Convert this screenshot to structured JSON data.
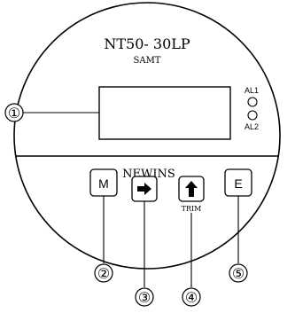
{
  "device": {
    "model": "NT50- 30LP",
    "subtitle": "SAMT",
    "brand": "NEWINS"
  },
  "indicators": {
    "al1_label": "AL1",
    "al2_label": "AL2"
  },
  "buttons": {
    "m_label": "M",
    "e_label": "E",
    "shift_icon": "right-arrow-icon",
    "up_icon": "up-arrow-icon",
    "up_caption": "TRIM"
  },
  "callouts": [
    "①",
    "②",
    "③",
    "④",
    "⑤"
  ],
  "colors": {
    "line": "#000000",
    "background": "#ffffff"
  }
}
